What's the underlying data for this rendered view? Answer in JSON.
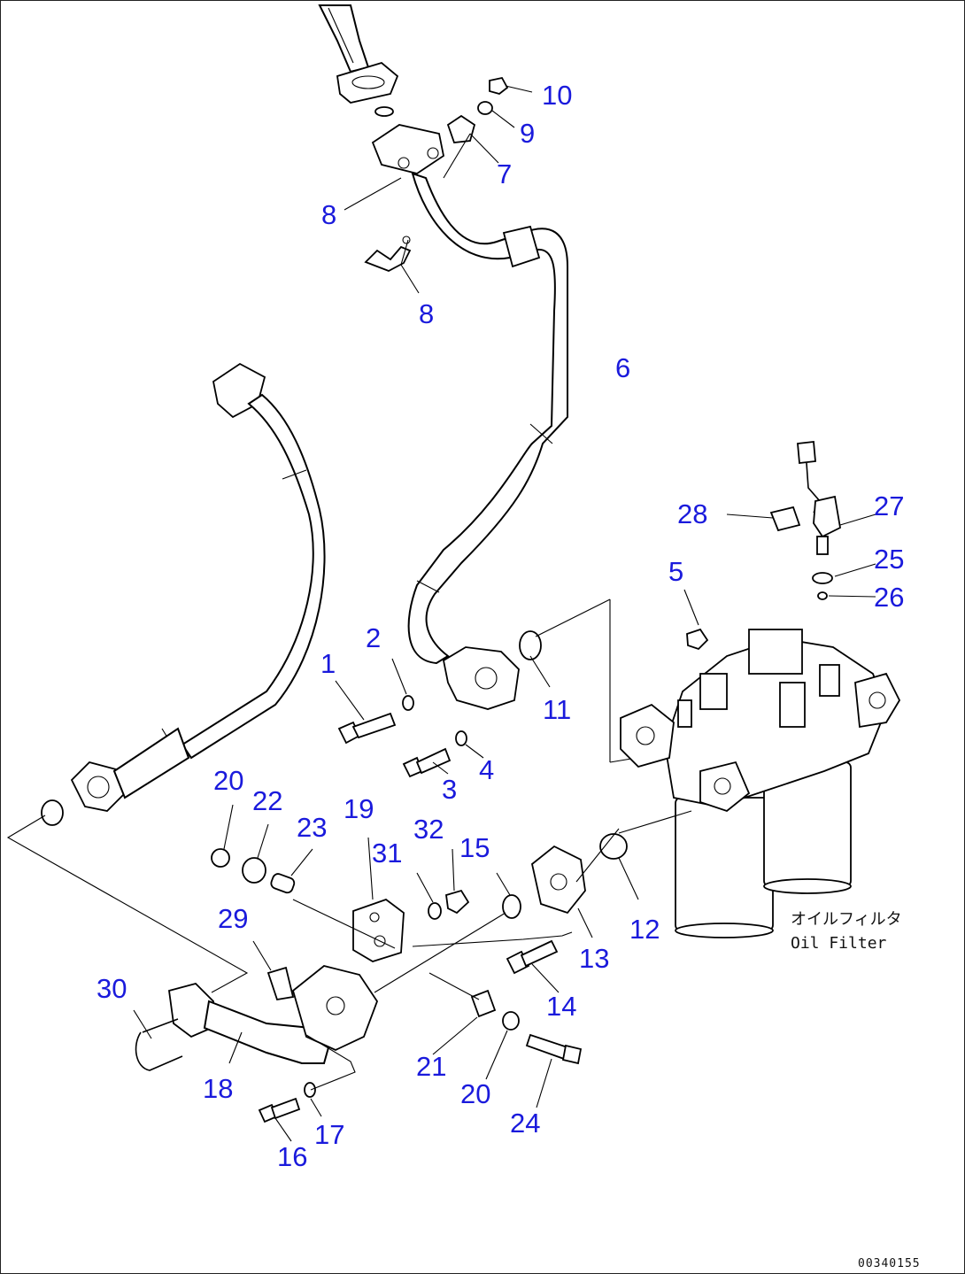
{
  "diagram": {
    "filter_label_jp": "オイルフィルタ",
    "filter_label_en": "Oil Filter",
    "drawing_code": "00340155",
    "callouts": [
      {
        "id": "c10",
        "text": "10"
      },
      {
        "id": "c9",
        "text": "9"
      },
      {
        "id": "c7",
        "text": "7"
      },
      {
        "id": "c8a",
        "text": "8"
      },
      {
        "id": "c8b",
        "text": "8"
      },
      {
        "id": "c6",
        "text": "6"
      },
      {
        "id": "c28",
        "text": "28"
      },
      {
        "id": "c27",
        "text": "27"
      },
      {
        "id": "c25",
        "text": "25"
      },
      {
        "id": "c26",
        "text": "26"
      },
      {
        "id": "c5",
        "text": "5"
      },
      {
        "id": "c2",
        "text": "2"
      },
      {
        "id": "c1",
        "text": "1"
      },
      {
        "id": "c11",
        "text": "11"
      },
      {
        "id": "c4",
        "text": "4"
      },
      {
        "id": "c3",
        "text": "3"
      },
      {
        "id": "c20a",
        "text": "20"
      },
      {
        "id": "c22",
        "text": "22"
      },
      {
        "id": "c19",
        "text": "19"
      },
      {
        "id": "c23",
        "text": "23"
      },
      {
        "id": "c31",
        "text": "31"
      },
      {
        "id": "c32",
        "text": "32"
      },
      {
        "id": "c15",
        "text": "15"
      },
      {
        "id": "c29",
        "text": "29"
      },
      {
        "id": "c12",
        "text": "12"
      },
      {
        "id": "c13",
        "text": "13"
      },
      {
        "id": "c30",
        "text": "30"
      },
      {
        "id": "c14",
        "text": "14"
      },
      {
        "id": "c18",
        "text": "18"
      },
      {
        "id": "c21",
        "text": "21"
      },
      {
        "id": "c20b",
        "text": "20"
      },
      {
        "id": "c17",
        "text": "17"
      },
      {
        "id": "c24",
        "text": "24"
      },
      {
        "id": "c16",
        "text": "16"
      }
    ]
  }
}
